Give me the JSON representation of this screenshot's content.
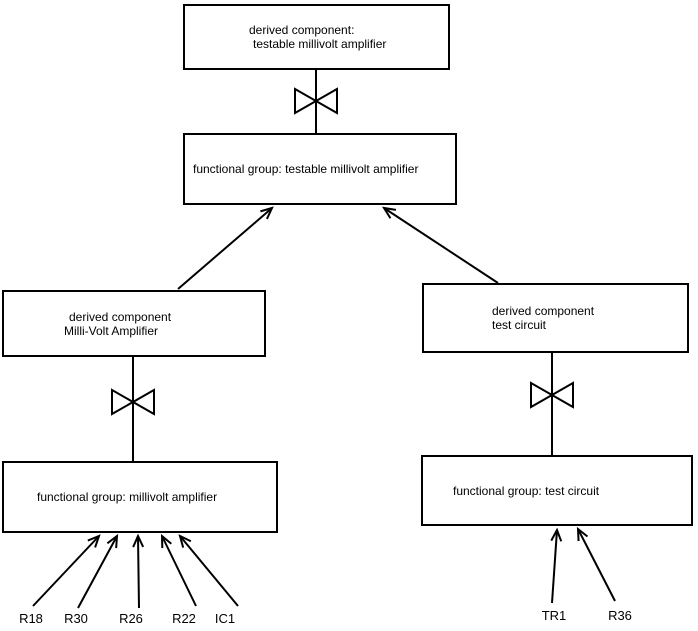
{
  "diagram": {
    "nodes": {
      "derived_testable": {
        "line1": "derived component:",
        "line2": "testable millivolt amplifier"
      },
      "functional_testable": {
        "text": "functional group: testable millivolt amplifier"
      },
      "derived_millivolt": {
        "line1": "derived component",
        "line2": "Milli-Volt Amplifier"
      },
      "derived_test": {
        "line1": "derived component",
        "line2": "test circuit"
      },
      "functional_millivolt": {
        "text": "functional group: millivolt amplifier"
      },
      "functional_test": {
        "text": "functional group: test circuit"
      }
    },
    "components_left": [
      "R18",
      "R30",
      "R26",
      "R22",
      "IC1"
    ],
    "components_right": [
      "TR1",
      "R36"
    ],
    "colors": {
      "line": "#000000",
      "background": "#ffffff",
      "text": "#000000"
    }
  }
}
